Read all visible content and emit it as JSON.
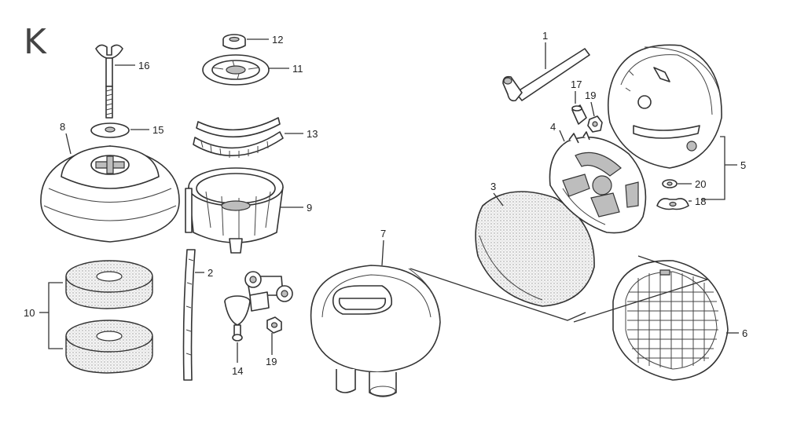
{
  "diagram": {
    "section_letter": "K",
    "callouts": {
      "p1": "1",
      "p2": "2",
      "p3": "3",
      "p4": "4",
      "p5": "5",
      "p6": "6",
      "p7": "7",
      "p8": "8",
      "p9": "9",
      "p10": "10",
      "p11": "11",
      "p12": "12",
      "p13": "13",
      "p14": "14",
      "p15": "15",
      "p16": "16",
      "p17": "17",
      "p18": "18",
      "p19a": "19",
      "p19b": "19",
      "p20": "20"
    }
  }
}
